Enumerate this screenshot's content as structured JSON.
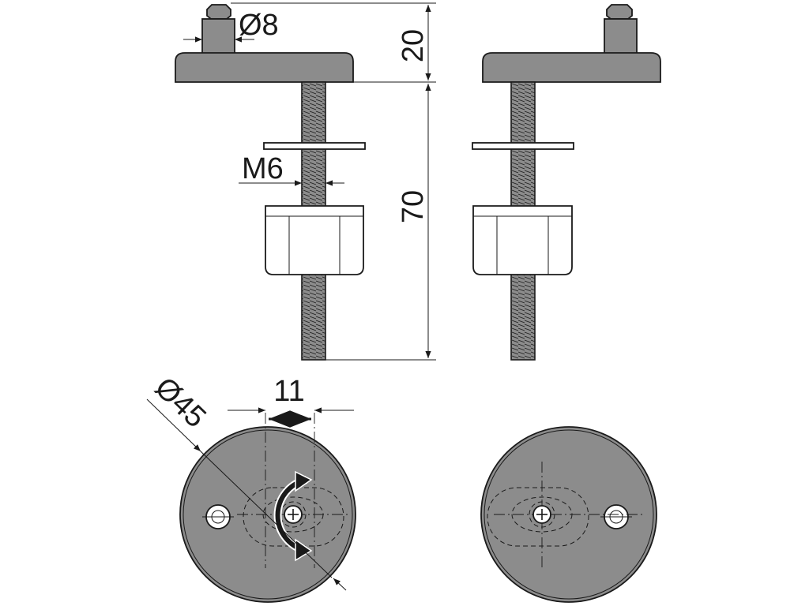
{
  "labels": {
    "pin_diameter": "Ø8",
    "head_height": "20",
    "thread": "M6",
    "bolt_length": "70",
    "slot_width": "11",
    "base_diameter": "Ø45"
  }
}
